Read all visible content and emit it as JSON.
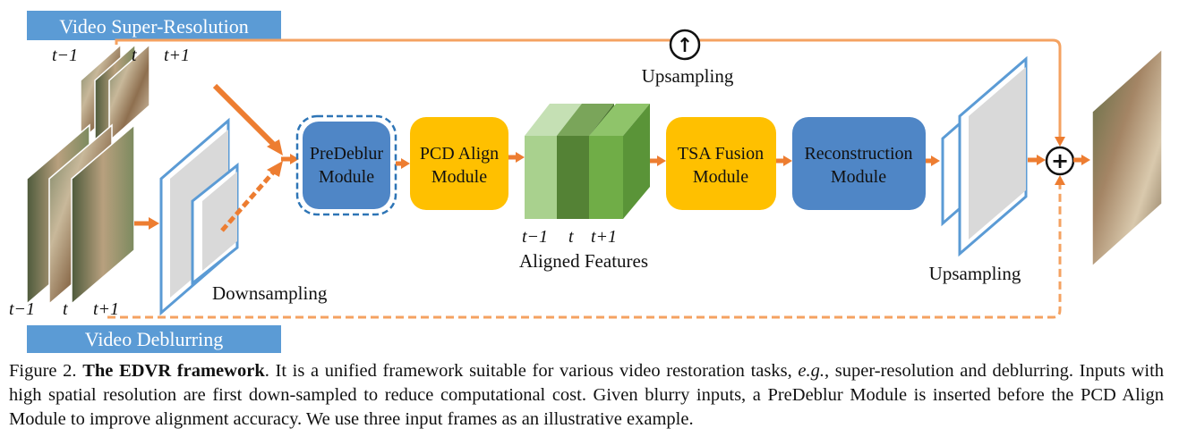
{
  "colors": {
    "blue_header": "#5b9bd5",
    "blue_module": "#4f86c6",
    "orange_module": "#ffc000",
    "arrow_orange": "#ed7d31",
    "connector_orange": "#f4a261",
    "green_light": "#a9d18e",
    "green_dark": "#548235",
    "green_mid": "#70ad47",
    "frame_blue": "#5b9bd5",
    "dashed_blue": "#2e75b6"
  },
  "labels": {
    "sr_title": "Video Super-Resolution",
    "deblur_title": "Video Deblurring",
    "sr_t_minus": "t−1",
    "sr_t": "t",
    "sr_t_plus": "t+1",
    "db_t_minus": "t−1",
    "db_t": "t",
    "db_t_plus": "t+1",
    "downsampling": "Downsampling",
    "upsampling_top": "Upsampling",
    "upsampling_bottom": "Upsampling",
    "aligned_features": "Aligned Features",
    "af_t_minus": "t−1",
    "af_t": "t",
    "af_t_plus": "t+1",
    "up_symbol": "↑",
    "plus_symbol": "+"
  },
  "modules": {
    "predeblur": {
      "line1": "PreDeblur",
      "line2": "Module"
    },
    "pcd": {
      "line1": "PCD Align",
      "line2": "Module"
    },
    "tsa": {
      "line1": "TSA Fusion",
      "line2": "Module"
    },
    "recon": {
      "line1": "Reconstruction",
      "line2": "Module"
    }
  },
  "caption": {
    "prefix": "Figure 2.",
    "title": "The EDVR framework",
    "part1": ". It is a unified framework suitable for various video restoration tasks,",
    "eg": "e.g.",
    "part2": ", super-resolution and deblurring. Inputs with high spatial resolution are first down-sampled to reduce computational cost. Given blurry inputs, a PreDeblur Module is inserted before the PCD Align Module to improve alignment accuracy. We use three input frames as an illustrative example."
  }
}
